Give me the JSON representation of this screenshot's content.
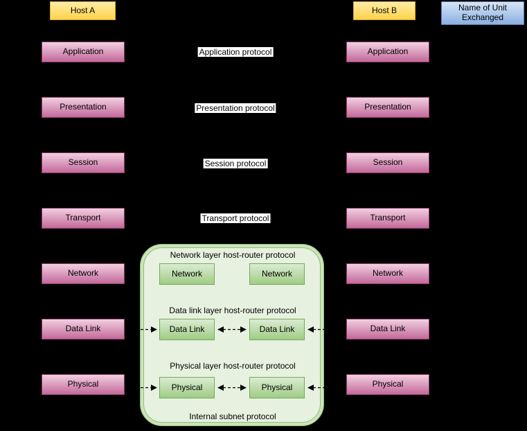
{
  "hosts": {
    "a": "Host A",
    "b": "Host B"
  },
  "unit_box": {
    "label": "Name of Unit Exchanged"
  },
  "layers": [
    "Application",
    "Presentation",
    "Session",
    "Transport",
    "Network",
    "Data Link",
    "Physical"
  ],
  "protocols": [
    "Application protocol",
    "Presentation protocol",
    "Session protocol",
    "Transport protocol"
  ],
  "subnet": {
    "network_protocol_label": "Network layer host-router protocol",
    "datalink_protocol_label": "Data link layer host-router protocol",
    "physical_protocol_label": "Physical layer host-router protocol",
    "footer_label": "Internal subnet protocol",
    "boxes": {
      "network": "Network",
      "datalink": "Data Link",
      "physical": "Physical"
    }
  },
  "colors": {
    "background": "#000000",
    "host_box_fill_top": "#ffeda6",
    "host_box_fill_bottom": "#ffd24b",
    "host_box_border": "#d4ac3a",
    "layer_box_fill_top": "#f2cfe0",
    "layer_box_fill_bottom": "#c3699a",
    "layer_box_border": "#8e3b6d",
    "unit_box_fill_top": "#d6e5f7",
    "unit_box_fill_bottom": "#8ab0e2",
    "unit_box_border": "#5c80b0",
    "subnet_fill": "#e6f1df",
    "subnet_band": "#cde2bd",
    "subnet_border": "#8fbf74",
    "router_box_fill_top": "#daecd2",
    "router_box_fill_bottom": "#a0cc84",
    "router_box_border": "#77a85c",
    "arrow": "#000000",
    "label_bg": "#ffffff"
  }
}
